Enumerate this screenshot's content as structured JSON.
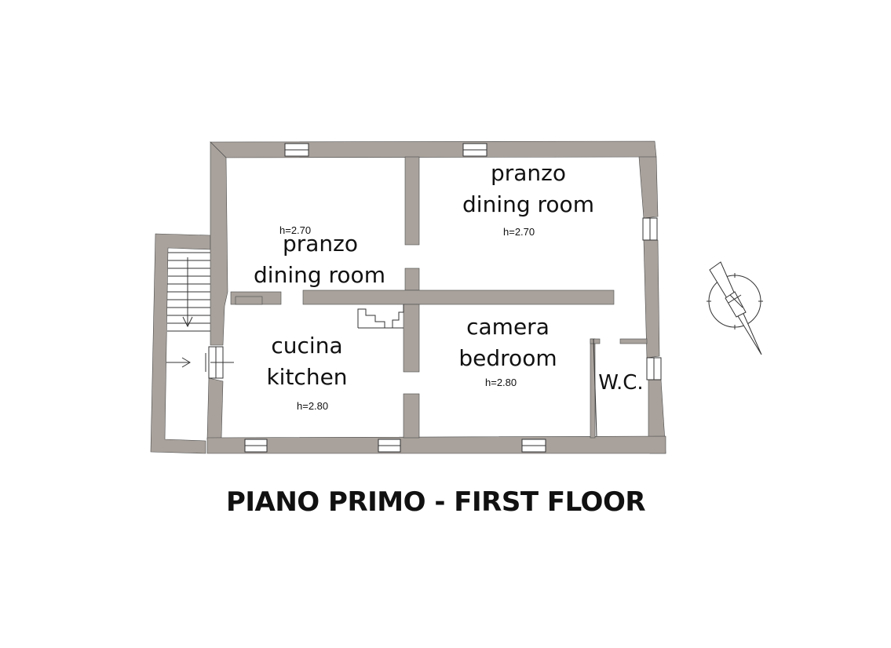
{
  "colors": {
    "wall": "#a9a29c",
    "wall_stroke": "#4a4a4a",
    "line": "#333333",
    "background": "#ffffff"
  },
  "rooms": {
    "dining_left": {
      "name_it": "pranzo",
      "name_en": "dining room",
      "height": "h=2.70"
    },
    "dining_right": {
      "name_it": "pranzo",
      "name_en": "dining room",
      "height": "h=2.70"
    },
    "kitchen": {
      "name_it": "cucina",
      "name_en": "kitchen",
      "height": "h=2.80"
    },
    "bedroom": {
      "name_it": "camera",
      "name_en": "bedroom",
      "height": "h=2.80"
    },
    "wc": {
      "name": "W.C."
    }
  },
  "title": "PIANO PRIMO - FIRST FLOOR",
  "icons": {
    "compass": "north-arrow-icon",
    "stair_arrow": "down-arrow-icon",
    "entry_arrow": "right-arrow-icon"
  }
}
